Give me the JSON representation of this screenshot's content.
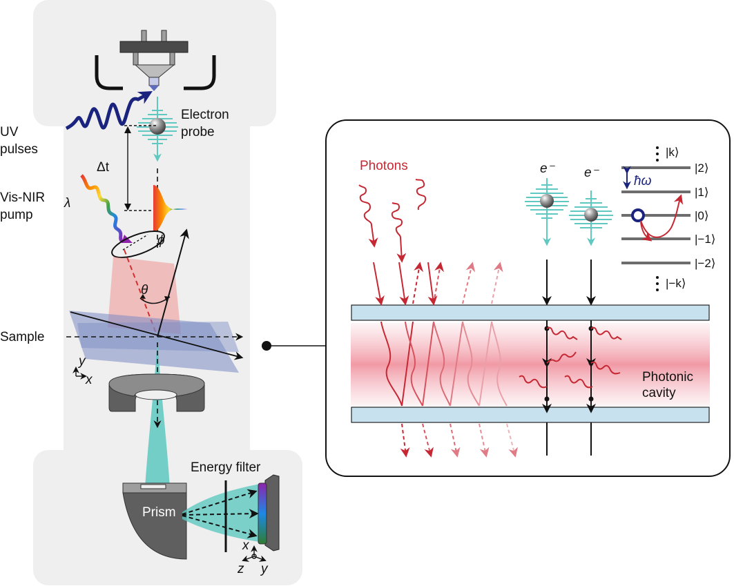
{
  "left_panel": {
    "label_uv": [
      "UV",
      "pulses"
    ],
    "label_electron": [
      "Electron",
      "probe"
    ],
    "label_delta_t": "Δt",
    "label_pump": [
      "Vis-NIR",
      "pump"
    ],
    "label_lambda": "λ",
    "label_phi": "ϕ",
    "label_theta": "θ",
    "label_sample": "Sample",
    "axes_sample": {
      "y": "y",
      "x": "x"
    },
    "label_energy_filter": "Energy filter",
    "label_prism": "Prism",
    "axes_filter": {
      "x": "x",
      "z": "z",
      "y": "y"
    }
  },
  "inset": {
    "label_photons": "Photons",
    "label_electron_1": "e⁻",
    "label_electron_2": "e⁻",
    "label_cavity": [
      "Photonic",
      "cavity"
    ],
    "label_hbar_omega": "ħω",
    "levels": [
      "|k⟩",
      "|2⟩",
      "|1⟩",
      "|0⟩",
      "|−1⟩",
      "|−2⟩",
      "|−k⟩"
    ]
  },
  "colors": {
    "panel_bg": "#efefef",
    "cyan": "#5ec8c1",
    "photon_red": "#c62833",
    "uv_blue": "#1a237e",
    "cavity_blue": "#c8e1ef",
    "level_gray": "#6d6d6d",
    "prism_gray": "#5f5f5f"
  }
}
